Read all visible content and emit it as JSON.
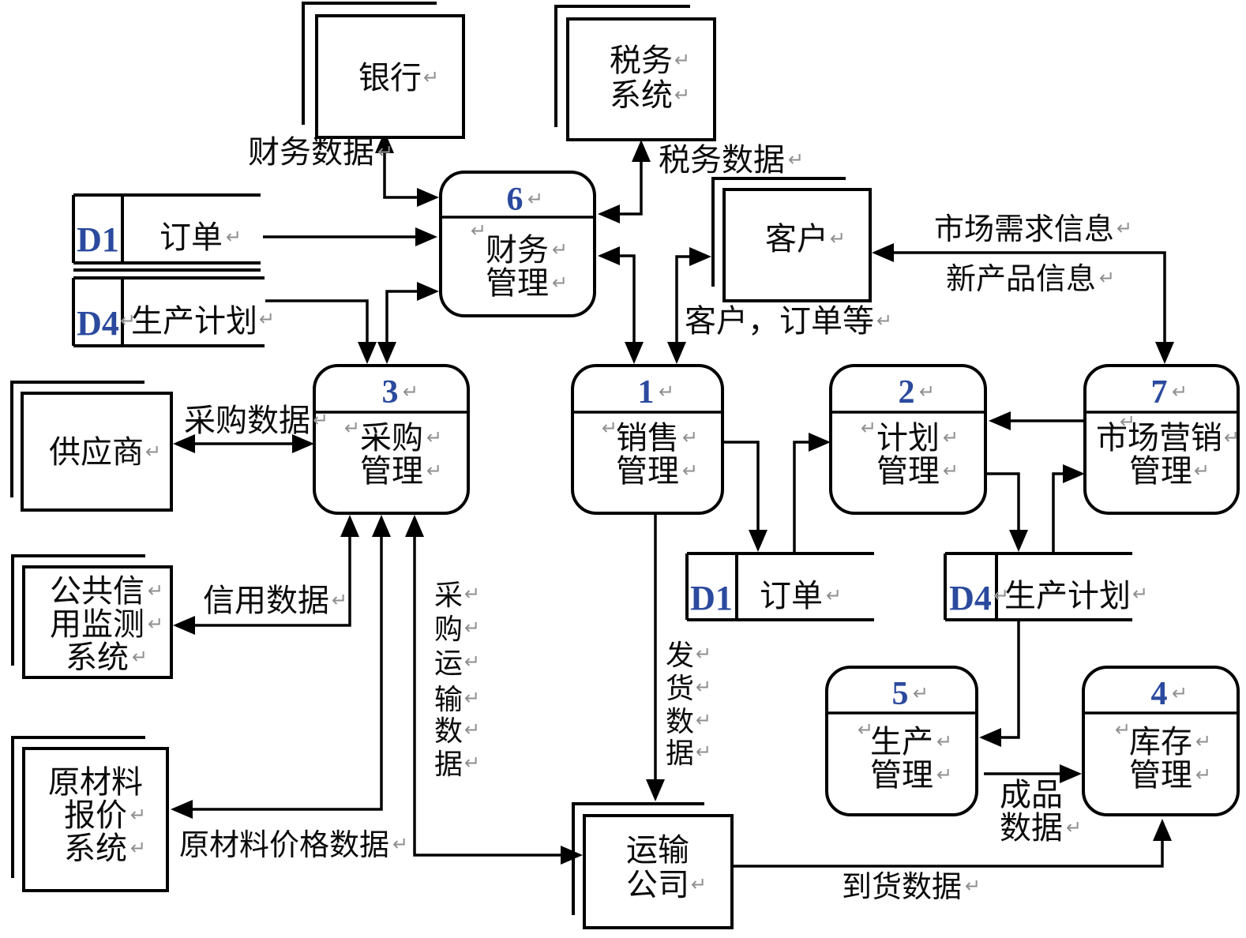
{
  "entities": {
    "bank": {
      "name": "银行"
    },
    "tax": {
      "l1": "税务",
      "l2": "系统"
    },
    "customer": {
      "name": "客户"
    },
    "supplier": {
      "name": "供应商"
    },
    "credit": {
      "l1": "公共信",
      "l2": "用监测",
      "l3": "系统"
    },
    "rawmat": {
      "l1": "原材料",
      "l2": "报价",
      "l3": "系统"
    },
    "transport": {
      "l1": "运输",
      "l2": "公司"
    }
  },
  "processes": {
    "p1": {
      "num": "1",
      "l1": "销售",
      "l2": "管理"
    },
    "p2": {
      "num": "2",
      "l1": "计划",
      "l2": "管理"
    },
    "p3": {
      "num": "3",
      "l1": "采购",
      "l2": "管理"
    },
    "p4": {
      "num": "4",
      "l1": "库存",
      "l2": "管理"
    },
    "p5": {
      "num": "5",
      "l1": "生产",
      "l2": "管理"
    },
    "p6": {
      "num": "6",
      "l1": "财务",
      "l2": "管理"
    },
    "p7": {
      "num": "7",
      "l1": "市场营销",
      "l2": "管理"
    }
  },
  "stores": {
    "d1_top": {
      "id": "D1",
      "label": "订单"
    },
    "d4_top": {
      "id": "D4",
      "label": "生产计划"
    },
    "d1_mid": {
      "id": "D1",
      "label": "订单"
    },
    "d4_mid": {
      "id": "D4",
      "label": "生产计划"
    }
  },
  "flows": {
    "financial_data": "财务数据",
    "tax_data": "税务数据",
    "market_demand": "市场需求信息",
    "new_product": "新产品信息",
    "customer_orders": "客户，订单等",
    "purchase_data": "采购数据",
    "credit_data": "信用数据",
    "raw_material_price": "原材料价格数据",
    "arrival_data": "到货数据",
    "finished_l1": "成品",
    "finished_l2": "数据",
    "shipping": {
      "c1": "发",
      "c2": "货",
      "c3": "数",
      "c4": "据"
    },
    "purchase_transport": {
      "c1": "采",
      "c2": "购",
      "c3": "运",
      "c4": "输",
      "c5": "数",
      "c6": "据"
    }
  },
  "mark": "↵"
}
